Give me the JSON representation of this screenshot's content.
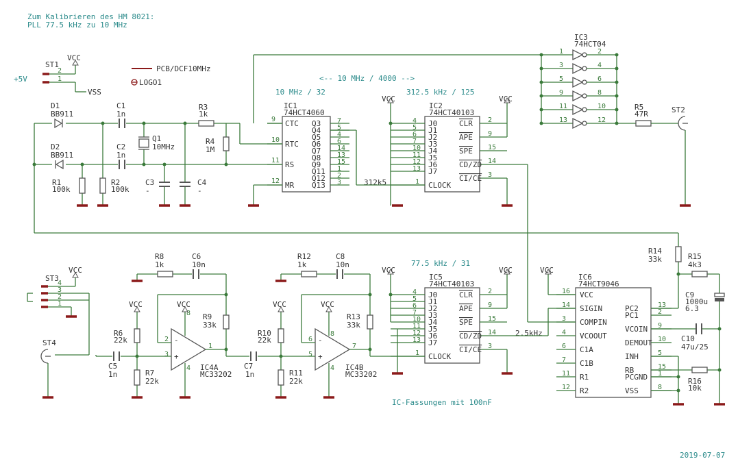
{
  "header": {
    "line1": "Zum Kalibrieren des HM 8021:",
    "line2": "PLL 77.5 kHz zu 10 MHz"
  },
  "footer": {
    "date": "2019-07-07"
  },
  "legend": {
    "pcb": "PCB/DCF10MHz",
    "logo": "LOGO1"
  },
  "notes": {
    "ratio": "<-- 10 MHz / 4000 -->",
    "div32": "10 MHz / 32",
    "div125": "312.5 kHz / 125",
    "div31": "77.5 kHz / 31",
    "sockets": "IC-Fassungen mit 100nF",
    "net312": "312k5",
    "net25": "2.5kHz",
    "plus5v": "+5V"
  },
  "supplies": {
    "vcc": "VCC",
    "vss": "VSS"
  },
  "ic": {
    "ic1": {
      "ref": "IC1",
      "type": "74HCT4060"
    },
    "ic2": {
      "ref": "IC2",
      "type": "74HCT40103"
    },
    "ic3": {
      "ref": "IC3",
      "type": "74HCT04"
    },
    "ic4a": {
      "ref": "IC4A",
      "type": "MC33202"
    },
    "ic4b": {
      "ref": "IC4B",
      "type": "MC33202"
    },
    "ic5": {
      "ref": "IC5",
      "type": "74HCT40103"
    },
    "ic6": {
      "ref": "IC6",
      "type": "74HCT9046"
    }
  },
  "ic1_pins_left": [
    "CTC",
    "RTC",
    "RS",
    "MR"
  ],
  "ic1_pins_right": [
    "Q3",
    "Q4",
    "Q5",
    "Q6",
    "Q7",
    "Q8",
    "Q9",
    "Q11",
    "Q12",
    "Q13"
  ],
  "ic1_num_left": [
    "9",
    "10",
    "11",
    "12"
  ],
  "ic1_num_right": [
    "7",
    "5",
    "4",
    "6",
    "14",
    "13",
    "15",
    "1",
    "2",
    "3"
  ],
  "counter_pins_left": [
    "J0",
    "J1",
    "J2",
    "J3",
    "J4",
    "J5",
    "J6",
    "J7"
  ],
  "counter_num_left_ic2": [
    "4",
    "5",
    "6",
    "7",
    "10",
    "11",
    "12",
    "13"
  ],
  "counter_num_left_ic5": [
    "4",
    "5",
    "6",
    "7",
    "10",
    "11",
    "12",
    "13"
  ],
  "counter_pins_right": [
    "CLR",
    "APE",
    "SPE",
    "CD/ZD",
    "CI/CE"
  ],
  "counter_num_right": [
    "2",
    "9",
    "15",
    "14",
    "3"
  ],
  "counter_clock": {
    "name": "CLOCK",
    "num": "1"
  },
  "ic3_in": [
    "1",
    "3",
    "5",
    "9",
    "11",
    "13"
  ],
  "ic3_out": [
    "2",
    "4",
    "6",
    "8",
    "10",
    "12"
  ],
  "ic6_left": [
    "VCC",
    "SIGIN",
    "COMPIN",
    "VCOOUT",
    "C1A",
    "C1B",
    "R1",
    "R2"
  ],
  "ic6_left_num": [
    "16",
    "14",
    "3",
    "4",
    "6",
    "7",
    "11",
    "12"
  ],
  "ic6_right": [
    "PC2",
    "PC1",
    "VCOIN",
    "DEMOUT",
    "INH",
    "RB",
    "PCGND",
    "VSS"
  ],
  "ic6_right_num": [
    "13",
    "2",
    "9",
    "10",
    "5",
    "15",
    "1",
    "8"
  ],
  "opamp_pins": {
    "a_minus": "2",
    "a_plus": "3",
    "a_out": "1",
    "a_v": "8",
    "a_g": "4",
    "b_minus": "6",
    "b_plus": "5",
    "b_out": "7",
    "b_v": "8",
    "b_g": "4"
  },
  "parts": {
    "d1": {
      "ref": "D1",
      "val": "BB911"
    },
    "d2": {
      "ref": "D2",
      "val": "BB911"
    },
    "c1": {
      "ref": "C1",
      "val": "1n"
    },
    "c2": {
      "ref": "C2",
      "val": "1n"
    },
    "c3": {
      "ref": "C3",
      "val": "-"
    },
    "c4": {
      "ref": "C4",
      "val": "-"
    },
    "q1": {
      "ref": "Q1",
      "val": "10MHz"
    },
    "r1": {
      "ref": "R1",
      "val": "100k"
    },
    "r2": {
      "ref": "R2",
      "val": "100k"
    },
    "r3": {
      "ref": "R3",
      "val": "1k"
    },
    "r4": {
      "ref": "R4",
      "val": "1M"
    },
    "r5": {
      "ref": "R5",
      "val": "47R"
    },
    "r6": {
      "ref": "R6",
      "val": "22k"
    },
    "r7": {
      "ref": "R7",
      "val": "22k"
    },
    "r8": {
      "ref": "R8",
      "val": "1k"
    },
    "c6": {
      "ref": "C6",
      "val": "10n"
    },
    "r9": {
      "ref": "R9",
      "val": "33k"
    },
    "c5": {
      "ref": "C5",
      "val": "1n"
    },
    "c7": {
      "ref": "C7",
      "val": "1n"
    },
    "r10": {
      "ref": "R10",
      "val": "22k"
    },
    "r11": {
      "ref": "R11",
      "val": "22k"
    },
    "r12": {
      "ref": "R12",
      "val": "1k"
    },
    "c8": {
      "ref": "C8",
      "val": "10n"
    },
    "r13": {
      "ref": "R13",
      "val": "33k"
    },
    "r14": {
      "ref": "R14",
      "val": "33k"
    },
    "r15": {
      "ref": "R15",
      "val": "4k3"
    },
    "c9": {
      "ref": "C9",
      "val": "1000u",
      "val2": "6.3"
    },
    "c10": {
      "ref": "C10",
      "val": "47u/25"
    },
    "r16": {
      "ref": "R16",
      "val": "10k"
    },
    "st1": {
      "ref": "ST1",
      "p1": "1",
      "p2": "2"
    },
    "st2": {
      "ref": "ST2"
    },
    "st3": {
      "ref": "ST3",
      "p1": "1",
      "p2": "2",
      "p3": "3",
      "p4": "4"
    },
    "st4": {
      "ref": "ST4"
    }
  }
}
